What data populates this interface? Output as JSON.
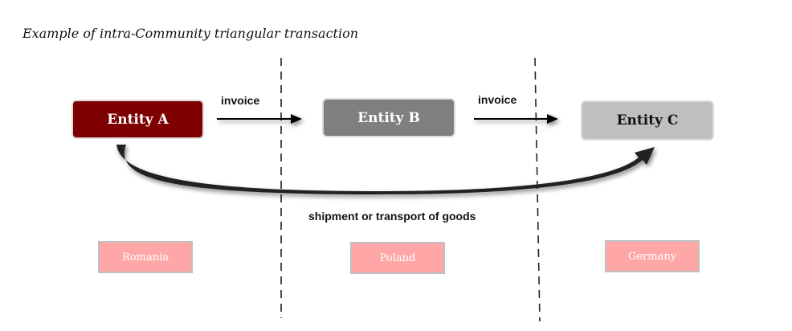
{
  "title": "Example of intra-Community triangular transaction",
  "entities": [
    {
      "label": "Entity A",
      "color": "#7f0000"
    },
    {
      "label": "Entity B",
      "color": "#7f7f7f"
    },
    {
      "label": "Entity C",
      "color": "#bfbfbf"
    }
  ],
  "arrows": {
    "invoice_1": "invoice",
    "invoice_2": "invoice",
    "shipment": "shipment or transport of goods"
  },
  "countries": [
    {
      "label": "Romania"
    },
    {
      "label": "Poland"
    },
    {
      "label": "Germany"
    }
  ],
  "colors": {
    "country_fill": "#ffa7a7"
  }
}
